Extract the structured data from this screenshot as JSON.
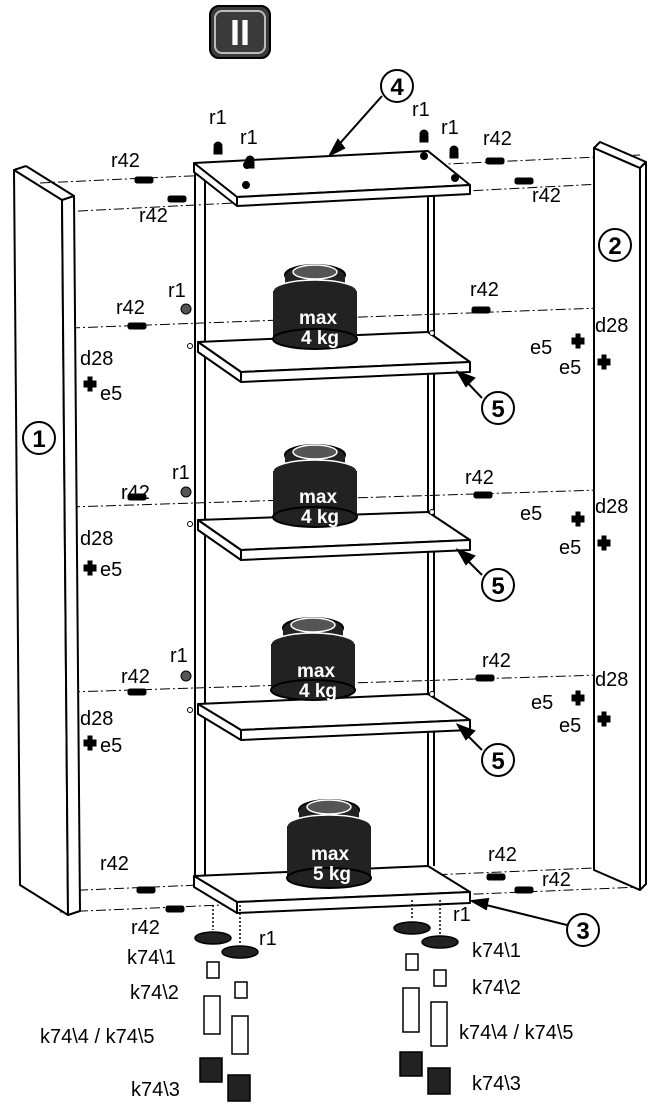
{
  "step_badge": "II",
  "part_numbers": {
    "left_side": "1",
    "right_side": "2",
    "bottom": "3",
    "top": "4",
    "shelf_1": "5",
    "shelf_2": "5",
    "shelf_3": "5"
  },
  "weights": [
    {
      "top": "max",
      "bottom": "4 kg"
    },
    {
      "top": "max",
      "bottom": "4 kg"
    },
    {
      "top": "max",
      "bottom": "4 kg"
    },
    {
      "top": "max",
      "bottom": "5 kg"
    }
  ],
  "hardware": {
    "r1": "r1",
    "r42": "r42",
    "d28": "d28",
    "e5": "e5",
    "k74_1": "k74\\1",
    "k74_2": "k74\\2",
    "k74_3": "k74\\3",
    "k74_45": "k74\\4 / k74\\5"
  }
}
